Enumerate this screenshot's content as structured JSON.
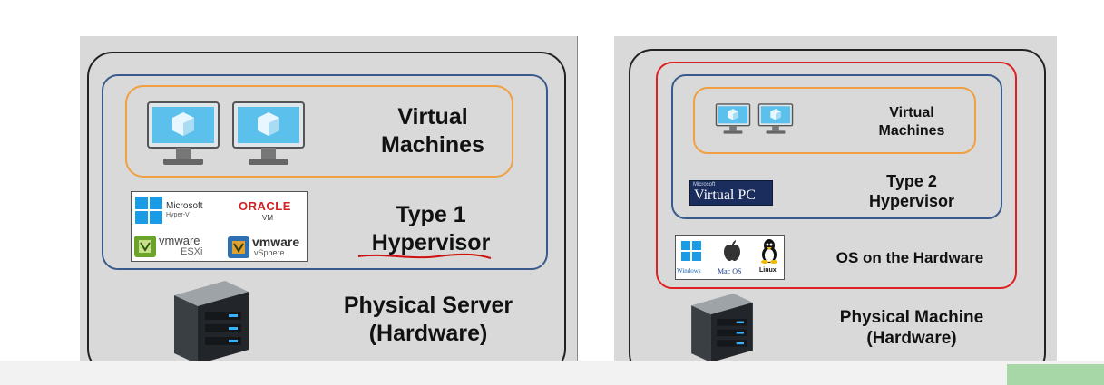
{
  "type1": {
    "vm_label_line1": "Virtual",
    "vm_label_line2": "Machines",
    "hypervisor_line1": "Type 1",
    "hypervisor_line2": "Hypervisor",
    "server_line1": "Physical Server",
    "server_line2": "(Hardware)",
    "logos": {
      "microsoft": "Microsoft",
      "hyperv": "Hyper-V",
      "oracle": "ORACLE",
      "oracle_vm": "VM",
      "vmware1": "vmware",
      "esxi": "ESXi",
      "vmware2": "vmware",
      "vsphere": "vSphere"
    }
  },
  "type2": {
    "vm_label_line1": "Virtual",
    "vm_label_line2": "Machines",
    "hypervisor_line1": "Type 2",
    "hypervisor_line2": "Hypervisor",
    "os_label": "OS on the Hardware",
    "machine_line1": "Physical Machine",
    "machine_line2": "(Hardware)",
    "logos": {
      "vpc_small": "Microsoft",
      "vpc": "Virtual PC",
      "windows": "Windows",
      "macos": "Mac OS",
      "linux": "Linux"
    }
  },
  "colors": {
    "panel": "#d9d9d9",
    "vm_border": "#f0a040",
    "hypervisor_border": "#3a5a8c",
    "outer_border": "#222222",
    "os_border": "#e02020",
    "monitor_screen": "#5bc0eb",
    "annotation": "#d01010"
  }
}
